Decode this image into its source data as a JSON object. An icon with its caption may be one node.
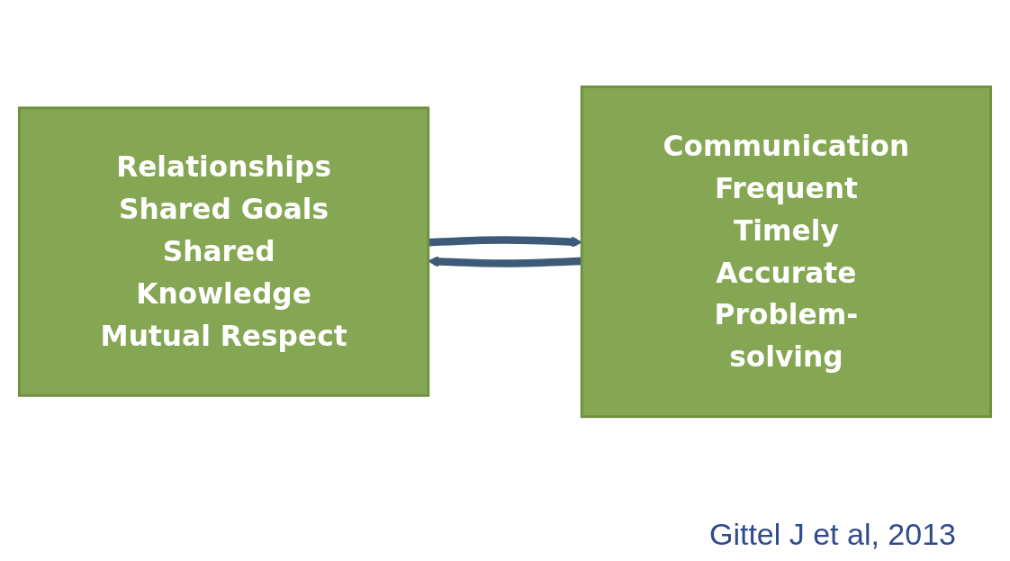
{
  "diagram": {
    "nodes": [
      {
        "text": [
          "Relationships",
          "Shared Goals",
          "Shared Knowledge",
          "Mutual Respect"
        ]
      },
      {
        "text": [
          "Communication",
          "Frequent",
          "Timely",
          "Accurate",
          "Problem-solving"
        ]
      }
    ],
    "edges": [
      {
        "from": 0,
        "to": 1,
        "arrow": "to"
      },
      {
        "from": 1,
        "to": 0,
        "arrow": "to"
      }
    ],
    "labels": [
      "Gittel J et al, 2013"
    ]
  }
}
